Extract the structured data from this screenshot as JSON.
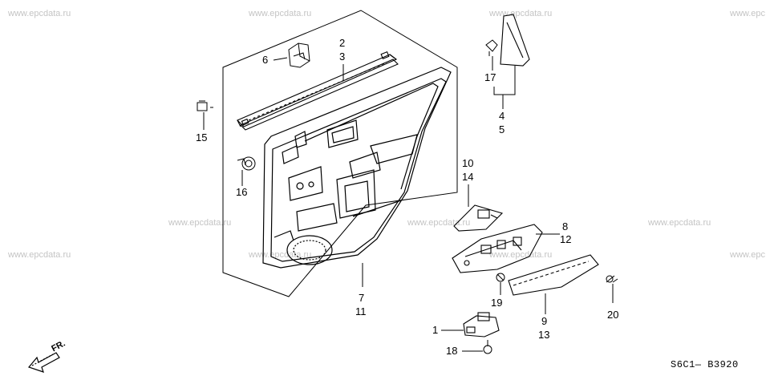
{
  "watermark": "www.epcdata.ru",
  "watermark_partial": "www.epc",
  "diagram_code": "S6C1— B3920",
  "direction_label": "FR.",
  "part_labels": {
    "p1": "1",
    "p2": "2",
    "p3": "3",
    "p4": "4",
    "p5": "5",
    "p6": "6",
    "p7": "7",
    "p8": "8",
    "p9": "9",
    "p10": "10",
    "p11": "11",
    "p12": "12",
    "p13": "13",
    "p14": "14",
    "p15": "15",
    "p16": "16",
    "p17": "17",
    "p18": "18",
    "p19": "19",
    "p20": "20"
  }
}
